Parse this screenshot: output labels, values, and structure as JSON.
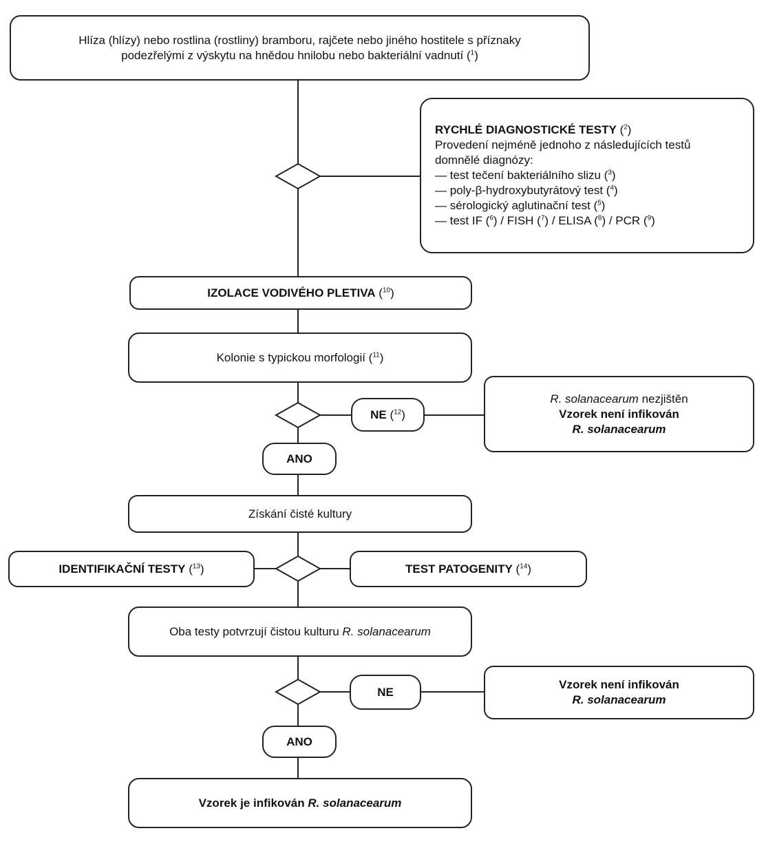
{
  "start": {
    "line1": "Hlíza (hlízy) nebo rostlina (rostliny) bramboru, rajčete nebo jiného hostitele s příznaky",
    "line2": "podezřelými z výskytu na hnědou hnilobu nebo bakteriální vadnutí (",
    "ref": "1"
  },
  "rapid_tests": {
    "title": "RYCHLÉ DIAGNOSTICKÉ TESTY",
    "title_ref": "2",
    "intro1": "Provedení nejméně jednoho z následujících testů",
    "intro2": "domnělé diagnózy:",
    "item1": "— test tečení bakteriálního slizu (",
    "item1_ref": "3",
    "item2": "— poly-β-hydroxybutyrátový test (",
    "item2_ref": "4",
    "item3": "— sérologický aglutinační test (",
    "item3_ref": "5",
    "item4_a": "— test IF (",
    "item4_ref_a": "6",
    "item4_b": ") / FISH (",
    "item4_ref_b": "7",
    "item4_c": ") / ELISA (",
    "item4_ref_c": "8",
    "item4_d": ") / PCR (",
    "item4_ref_d": "9"
  },
  "isolation": {
    "label": "IZOLACE VODIVÉHO PLETIVA",
    "ref": "10"
  },
  "colonies": {
    "label": "Kolonie s typickou morfologií (",
    "ref": "11"
  },
  "ne1": {
    "label": "NE",
    "ref": "12"
  },
  "not_detected": {
    "species": "R. solanacearum",
    "suffix": " nezjištěn",
    "line2": "Vzorek není infikován",
    "line3": "R. solanacearum"
  },
  "ano1": "ANO",
  "pure_culture": "Získání čisté kultury",
  "identification": {
    "label": "IDENTIFIKAČNÍ TESTY",
    "ref": "13"
  },
  "pathogenicity": {
    "label": "TEST PATOGENITY",
    "ref": "14"
  },
  "both_tests": {
    "prefix": "Oba testy potvrzují čistou kulturu ",
    "species": "R. solanacearum"
  },
  "ne2": "NE",
  "not_infected": {
    "line1": "Vzorek není infikován",
    "line2": "R. solanacearum"
  },
  "ano2": "ANO",
  "infected": {
    "prefix": "Vzorek je infikován ",
    "species": "R. solanacearum"
  },
  "colors": {
    "stroke": "#222222",
    "background": "#ffffff",
    "text": "#111111"
  }
}
